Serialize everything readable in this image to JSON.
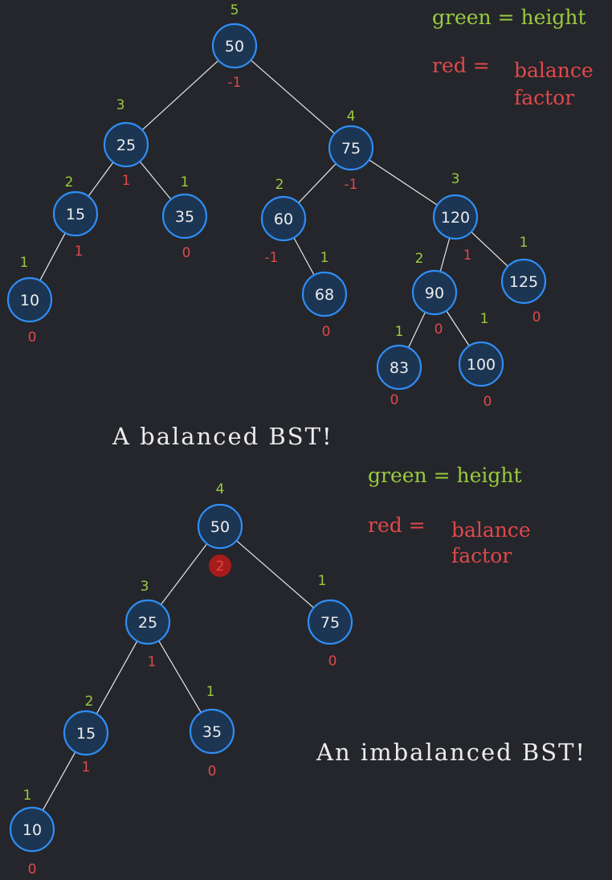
{
  "legend_top": {
    "green_label": "green = height",
    "red_label": "red =",
    "red_line1": "balance",
    "red_line2": "factor"
  },
  "legend_bottom": {
    "green_label": "green = height",
    "red_label": "red =",
    "red_line1": "balance",
    "red_line2": "factor"
  },
  "caption_balanced": "A balanced BST!",
  "caption_imbalanced": "An imbalanced BST!",
  "colors": {
    "background": "#24262b",
    "node_fill": "#1c3553",
    "node_stroke": "#2f8ef5",
    "height": "#9acb3e",
    "balance": "#e0484a",
    "highlight": "#a61c1c",
    "edge": "#e6e6e6"
  },
  "trees": [
    {
      "name": "balanced",
      "nodes": [
        {
          "id": "b50",
          "value": "50",
          "height": "5",
          "balance": "-1"
        },
        {
          "id": "b25",
          "value": "25",
          "height": "3",
          "balance": "1"
        },
        {
          "id": "b75",
          "value": "75",
          "height": "4",
          "balance": "-1"
        },
        {
          "id": "b15",
          "value": "15",
          "height": "2",
          "balance": "1"
        },
        {
          "id": "b35",
          "value": "35",
          "height": "1",
          "balance": "0"
        },
        {
          "id": "b60",
          "value": "60",
          "height": "2",
          "balance": "-1"
        },
        {
          "id": "b120",
          "value": "120",
          "height": "3",
          "balance": "1"
        },
        {
          "id": "b10",
          "value": "10",
          "height": "1",
          "balance": "0"
        },
        {
          "id": "b68",
          "value": "68",
          "height": "1",
          "balance": "0"
        },
        {
          "id": "b90",
          "value": "90",
          "height": "2",
          "balance": "0"
        },
        {
          "id": "b125",
          "value": "125",
          "height": "1",
          "balance": "0"
        },
        {
          "id": "b83",
          "value": "83",
          "height": "1",
          "balance": "0"
        },
        {
          "id": "b100",
          "value": "100",
          "height": "1",
          "balance": "0"
        }
      ],
      "edges": [
        [
          "b50",
          "b25"
        ],
        [
          "b50",
          "b75"
        ],
        [
          "b25",
          "b15"
        ],
        [
          "b25",
          "b35"
        ],
        [
          "b15",
          "b10"
        ],
        [
          "b75",
          "b60"
        ],
        [
          "b75",
          "b120"
        ],
        [
          "b60",
          "b68"
        ],
        [
          "b120",
          "b90"
        ],
        [
          "b120",
          "b125"
        ],
        [
          "b90",
          "b83"
        ],
        [
          "b90",
          "b100"
        ]
      ]
    },
    {
      "name": "imbalanced",
      "nodes": [
        {
          "id": "i50",
          "value": "50",
          "height": "4",
          "balance": "2",
          "highlight": true
        },
        {
          "id": "i25",
          "value": "25",
          "height": "3",
          "balance": "1"
        },
        {
          "id": "i75",
          "value": "75",
          "height": "1",
          "balance": "0"
        },
        {
          "id": "i15",
          "value": "15",
          "height": "2",
          "balance": "1"
        },
        {
          "id": "i35",
          "value": "35",
          "height": "1",
          "balance": "0"
        },
        {
          "id": "i10",
          "value": "10",
          "height": "1",
          "balance": "0"
        }
      ],
      "edges": [
        [
          "i50",
          "i25"
        ],
        [
          "i50",
          "i75"
        ],
        [
          "i25",
          "i15"
        ],
        [
          "i25",
          "i35"
        ],
        [
          "i15",
          "i10"
        ]
      ]
    }
  ]
}
